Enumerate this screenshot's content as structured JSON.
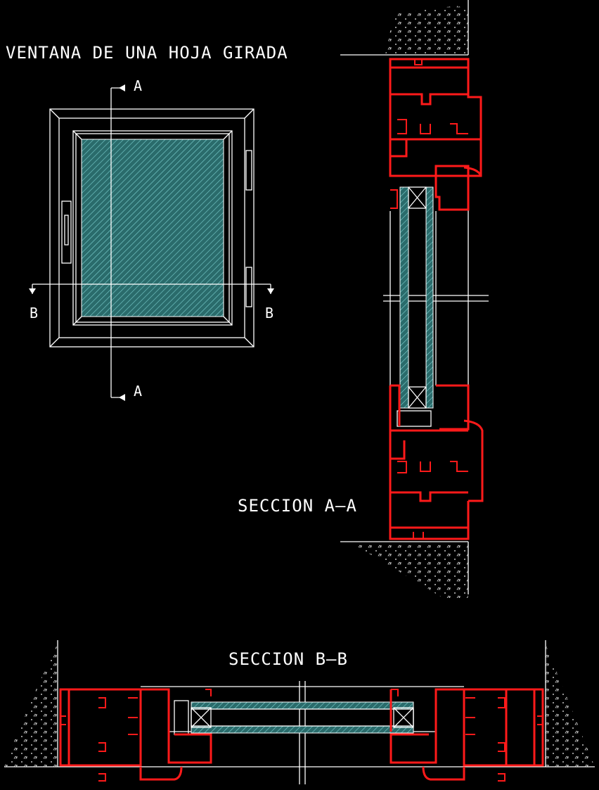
{
  "labels": {
    "title": "VENTANA DE UNA HOJA GIRADA",
    "cut_a_top": "A",
    "cut_a_bottom": "A",
    "cut_b_left": "B",
    "cut_b_right": "B",
    "section_aa": "SECCION A–A",
    "section_bb": "SECCION B–B"
  },
  "colors": {
    "background": "#000000",
    "lines": "#ffffff",
    "profile": "#ff1a1a",
    "glass": "#2a6b6b",
    "glass_hatch": "#7fd4d4"
  }
}
